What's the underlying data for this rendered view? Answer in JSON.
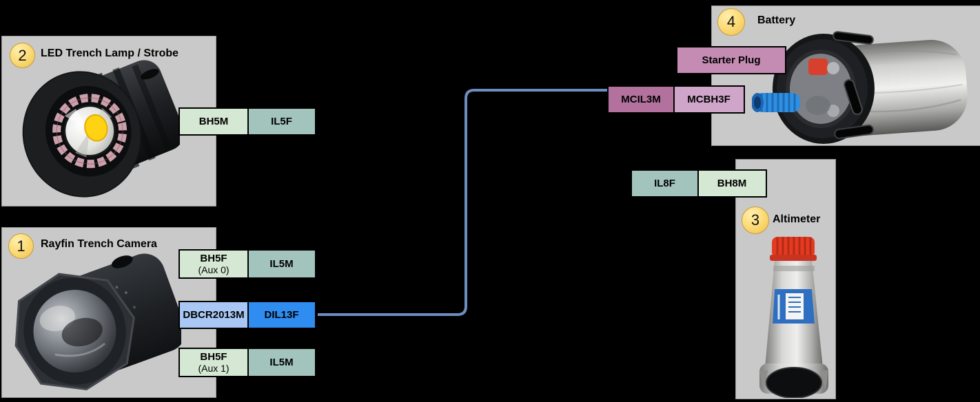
{
  "diagram": {
    "background": "#000000",
    "panel_color": "#c9c9c9"
  },
  "devices": {
    "camera": {
      "number": "1",
      "title": "Rayfin Trench Camera"
    },
    "lamp": {
      "number": "2",
      "title": "LED Trench Lamp / Strobe"
    },
    "altimeter": {
      "number": "3",
      "title": "Altimeter"
    },
    "battery": {
      "number": "4",
      "title": "Battery"
    }
  },
  "connectors": {
    "lamp_row": {
      "a": "BH5M",
      "b": "IL5F"
    },
    "camera_row_aux0": {
      "a": "BH5F",
      "a_sub": "(Aux 0)",
      "b": "IL5M"
    },
    "camera_row_main": {
      "a": "DBCR2013M",
      "b": "DIL13F"
    },
    "camera_row_aux1": {
      "a": "BH5F",
      "a_sub": "(Aux 1)",
      "b": "IL5M"
    },
    "battery_starter": {
      "label": "Starter Plug"
    },
    "battery_row": {
      "a": "MCIL3M",
      "b": "MCBH3F"
    },
    "altimeter_row": {
      "a": "IL8F",
      "b": "BH8M"
    }
  },
  "wire": {
    "from": "DIL13F",
    "to": "MCIL3M",
    "color": "#6c8ebf"
  },
  "colors": {
    "bulkhead_green": "#d5e8d4",
    "inline_teal": "#a2c4bc",
    "dbcr_light_blue": "#a9c7f4",
    "dil_blue": "#2f8cf0",
    "starter_pink": "#c48cb3",
    "mcil_mauve": "#b3729e",
    "mcbh_light_mauve": "#cfa6c9",
    "badge_yellow": "#f3c84f",
    "wire_blue": "#6c8ebf"
  }
}
